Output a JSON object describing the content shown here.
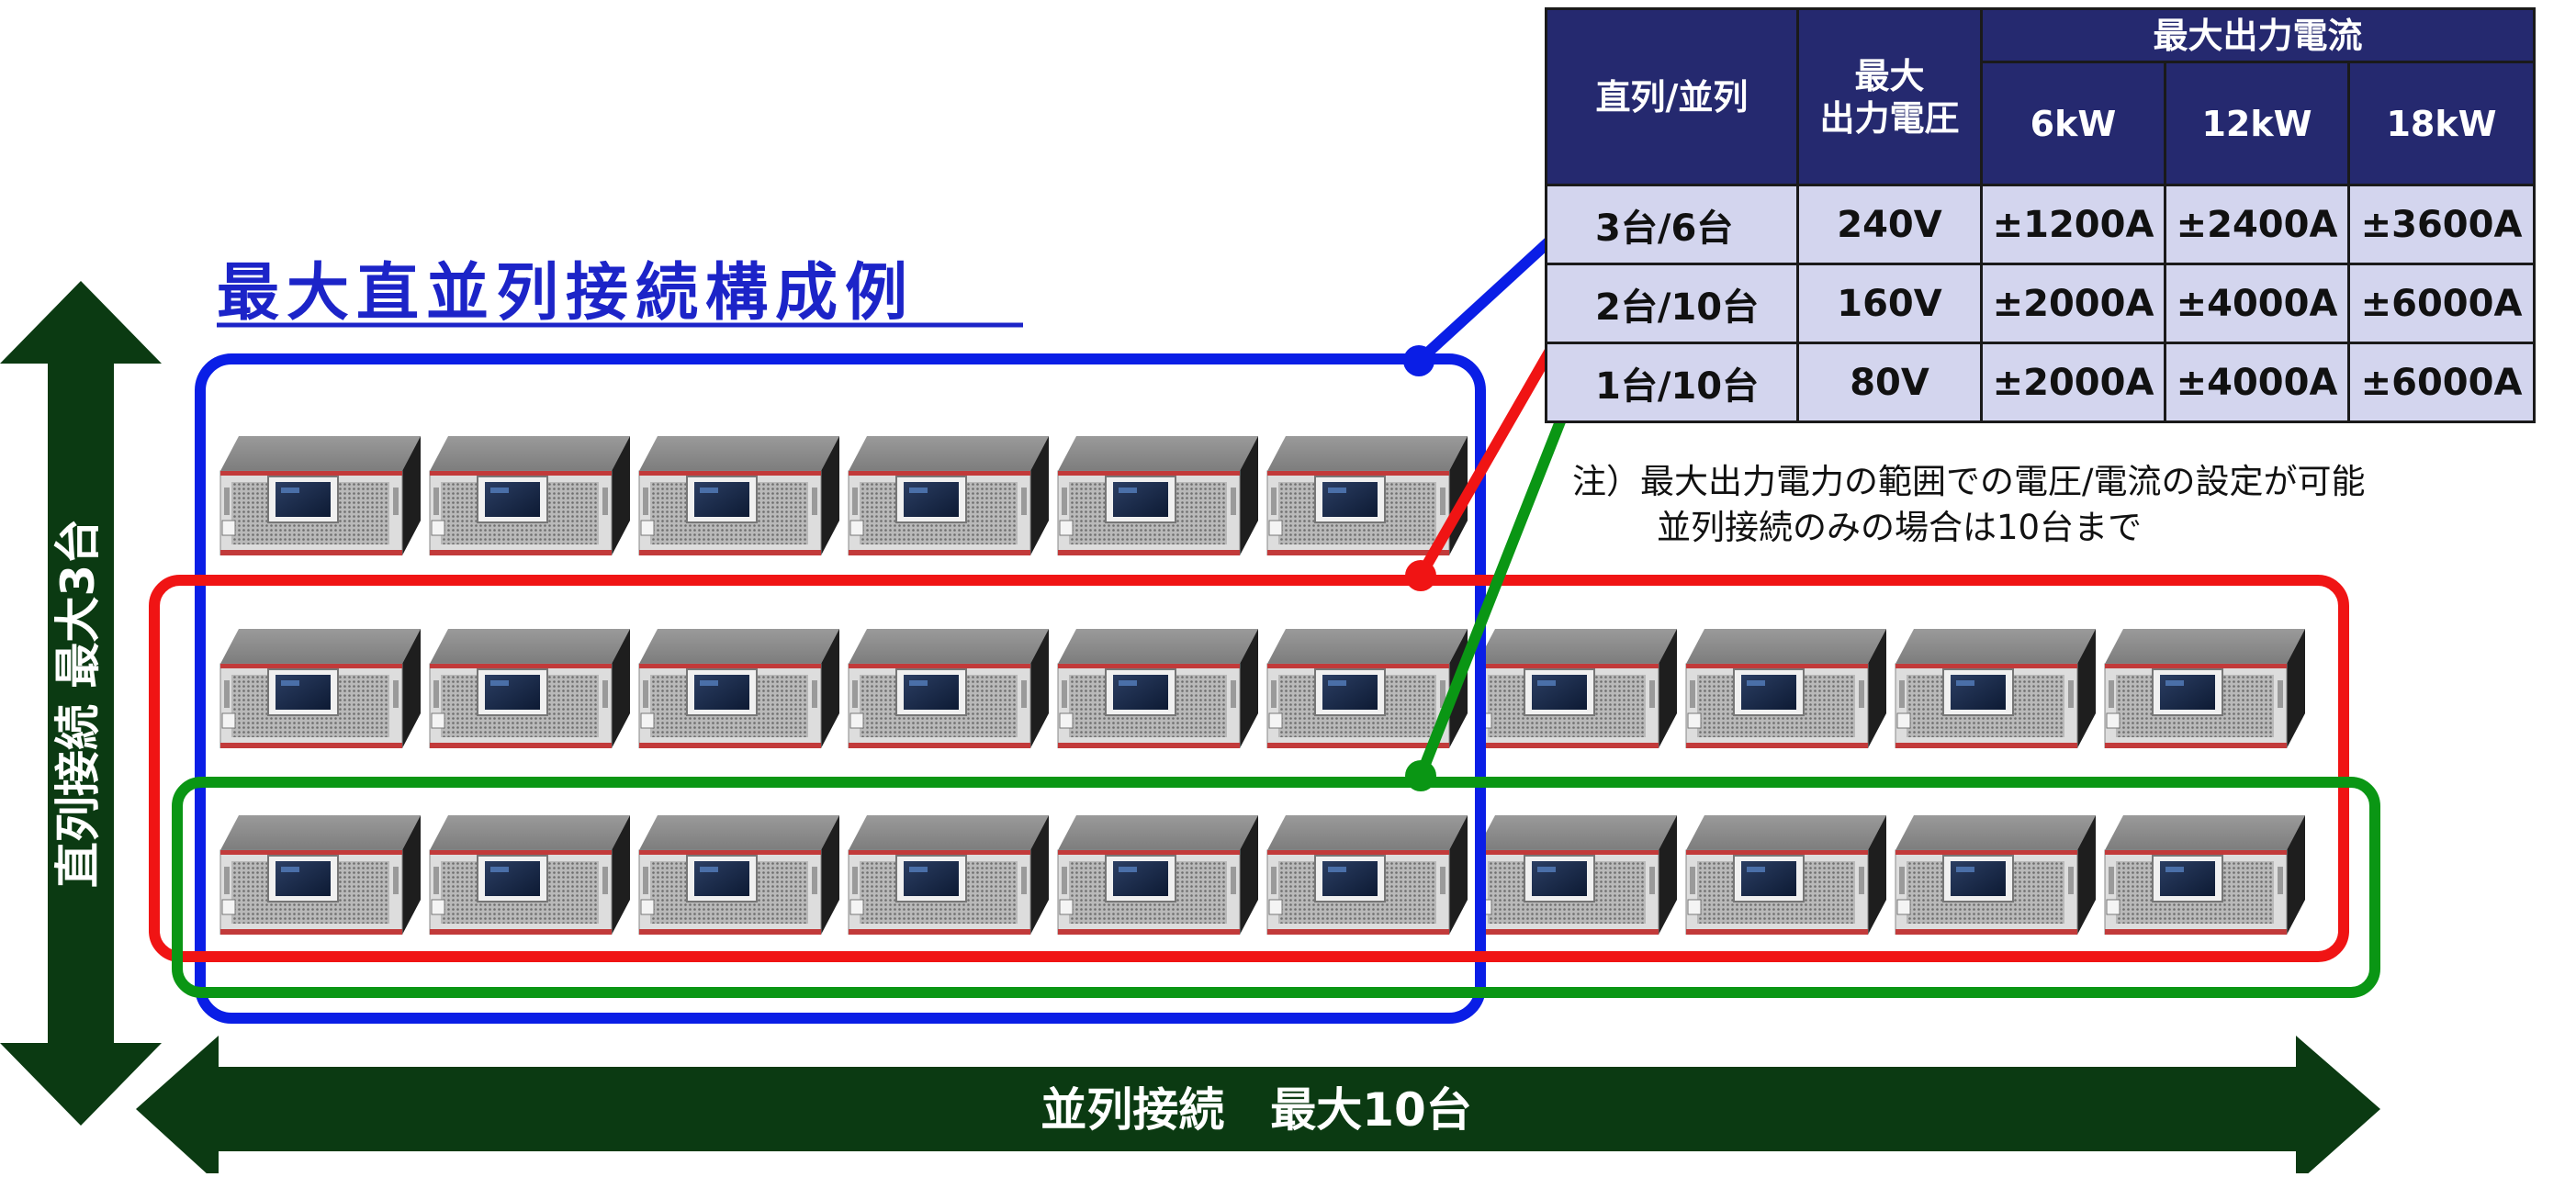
{
  "title": "最大直並列接続構成例",
  "vertical_label": "直列接続 最大3台",
  "horizontal_label": "並列接続　最大10台",
  "colors": {
    "blue": "#0a1ee6",
    "red": "#f01414",
    "green": "#0a9614",
    "arrow": "#0b3a12",
    "header": "#25296f",
    "cell": "#d3d5ee",
    "title": "#1c24c8"
  },
  "table": {
    "header_config": "直列/並列",
    "header_voltage_line1": "最大",
    "header_voltage_line2": "出力電圧",
    "header_current": "最大出力電流",
    "power_classes": [
      "6kW",
      "12kW",
      "18kW"
    ],
    "rows": [
      {
        "config": "3台/6台",
        "voltage": "240V",
        "currents": [
          "±1200A",
          "±2400A",
          "±3600A"
        ],
        "color": "#0a1ee6"
      },
      {
        "config": "2台/10台",
        "voltage": "160V",
        "currents": [
          "±2000A",
          "±4000A",
          "±6000A"
        ],
        "color": "#f01414"
      },
      {
        "config": "1台/10台",
        "voltage": "80V",
        "currents": [
          "±2000A",
          "±4000A",
          "±6000A"
        ],
        "color": "#0a9614"
      }
    ]
  },
  "notes": [
    "注）最大出力電力の範囲での電圧/電流の設定が可能",
    "並列接続のみの場合は10台まで"
  ],
  "unit_rows": [
    {
      "row": 1,
      "count": 6
    },
    {
      "row": 2,
      "count": 10
    },
    {
      "row": 3,
      "count": 10
    }
  ]
}
